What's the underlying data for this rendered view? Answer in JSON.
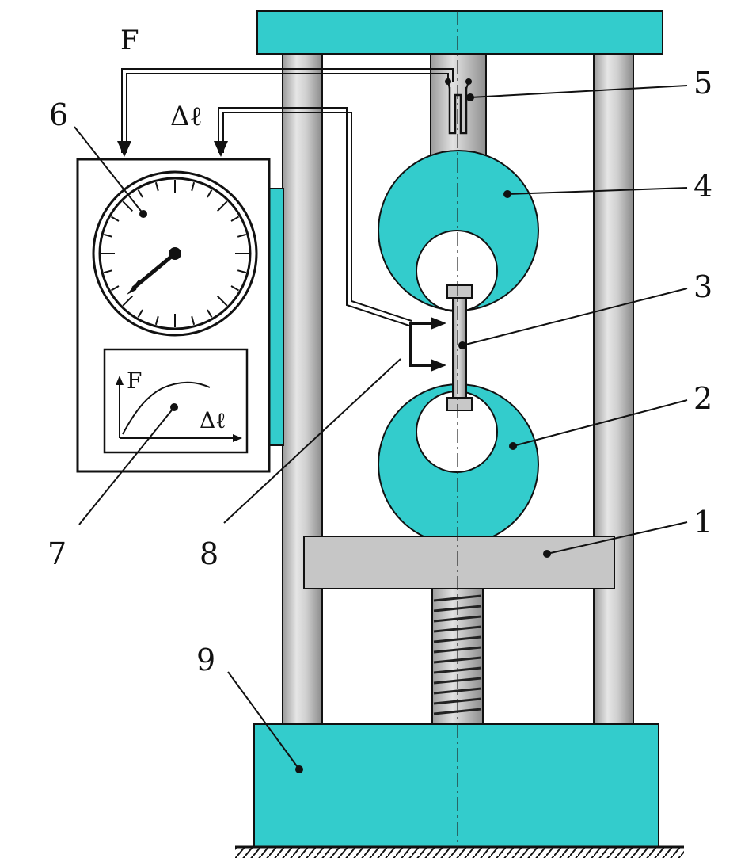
{
  "colors": {
    "teal": "#33cccc",
    "gray_column": "#c9c9c9",
    "gray_crosshead": "#c6c6c6",
    "outline": "#111111"
  },
  "symbols": {
    "force_top": "F",
    "elongation_top": "Δℓ",
    "graph_force": "F",
    "graph_elongation": "Δℓ"
  },
  "labels": {
    "l1": "1",
    "l2": "2",
    "l3": "3",
    "l4": "4",
    "l5": "5",
    "l6": "6",
    "l7": "7",
    "l8": "8",
    "l9": "9"
  }
}
